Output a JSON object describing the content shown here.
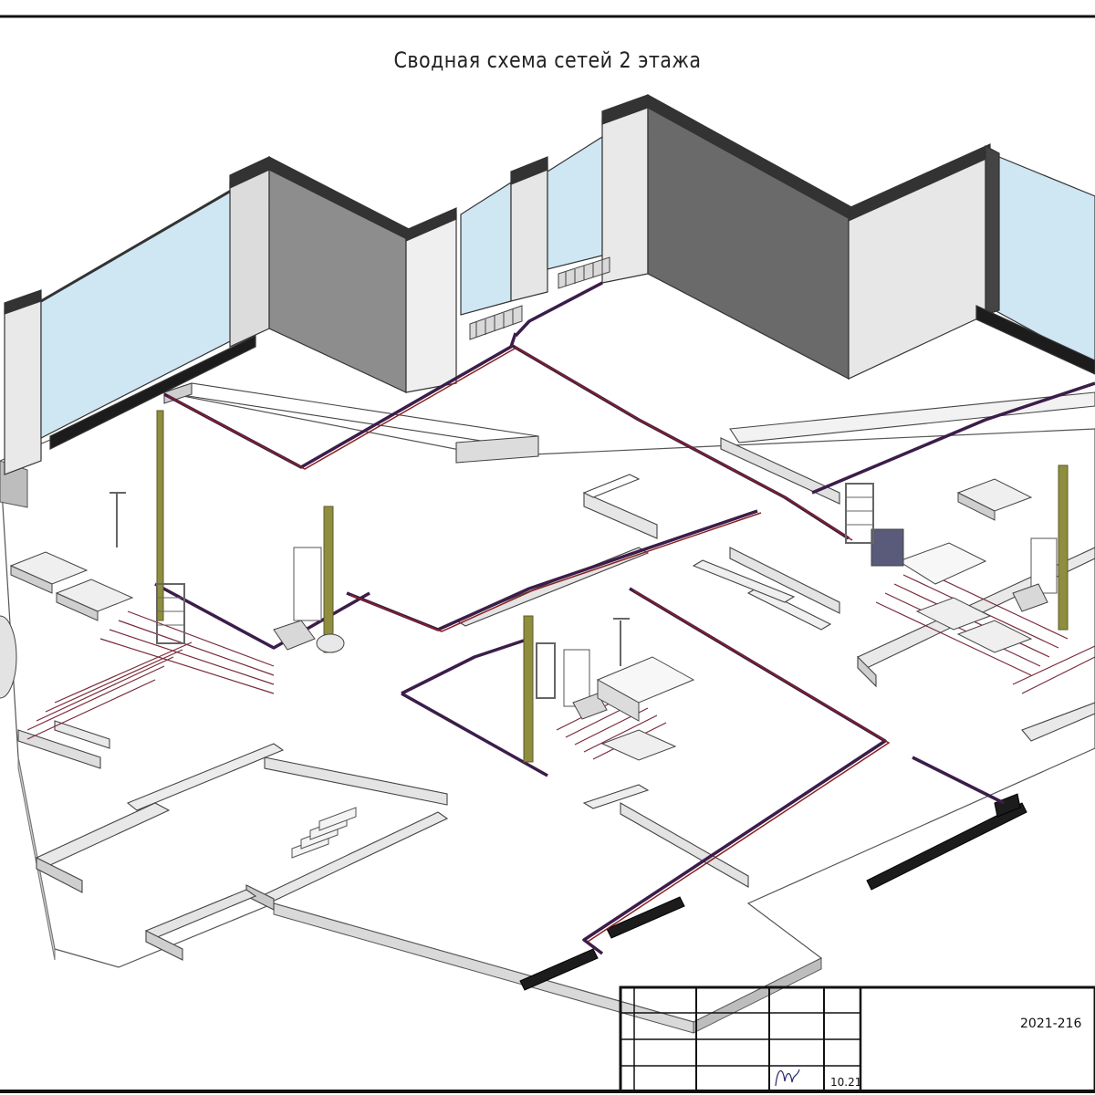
{
  "drawing": {
    "title": "Сводная схема сетей 2 этажа",
    "colors": {
      "wall_dark": "#5e5e5e",
      "wall_mid": "#9a9a9a",
      "wall_light": "#e9e9e9",
      "wall_cap": "#333333",
      "glass": "#cfe6f3",
      "floor": "#ffffff",
      "slab_side": "#d7d7d7",
      "pipe_heat": "#3b1d4a",
      "pipe_supply": "#8a2020",
      "riser": "#8f8e3e",
      "convector": "#1c1c1c"
    }
  },
  "stamp": {
    "code": "2021-216",
    "date": "10.21"
  }
}
